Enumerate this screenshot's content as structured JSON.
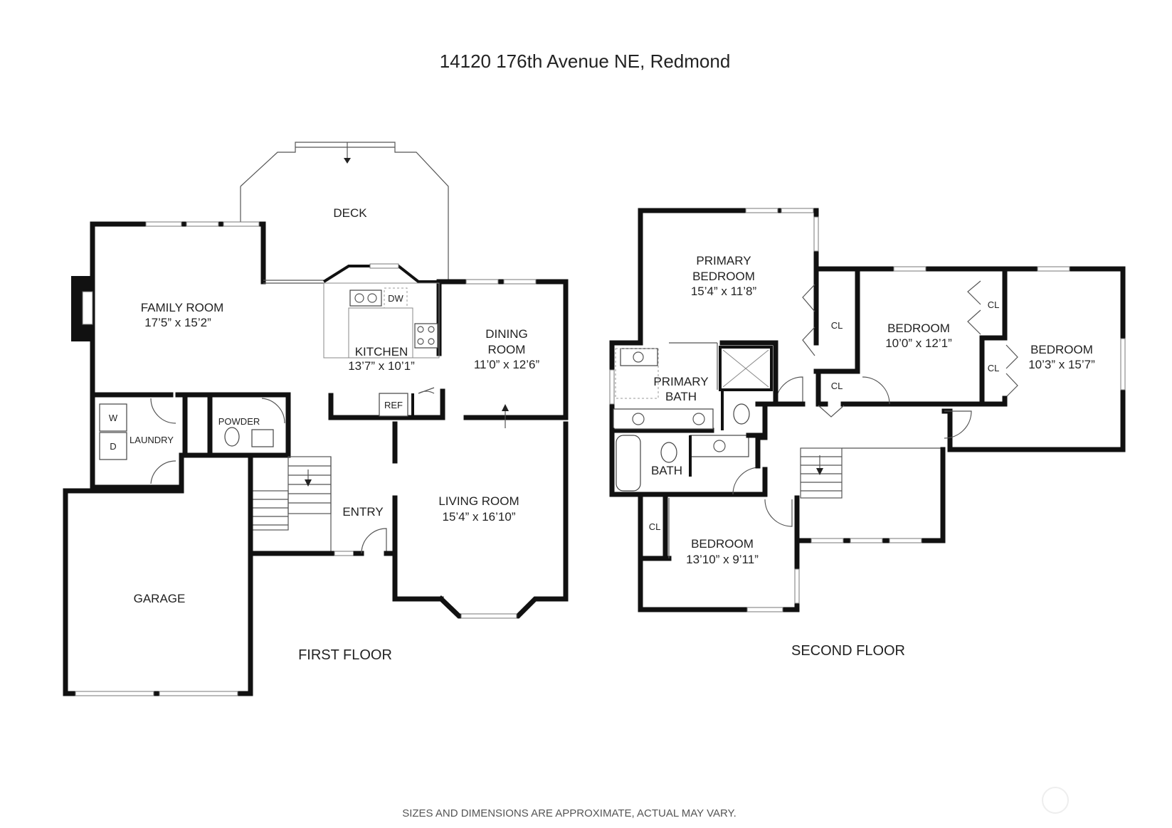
{
  "title": "14120 176th Avenue NE, Redmond",
  "footer": "SIZES AND DIMENSIONS ARE APPROXIMATE, ACTUAL MAY VARY.",
  "floors": {
    "first": {
      "label": "FIRST FLOOR",
      "rooms": {
        "deck": {
          "name": "DECK"
        },
        "family": {
          "name": "FAMILY ROOM",
          "size": "17’5” x 15’2”"
        },
        "kitchen": {
          "name": "KITCHEN",
          "size": "13’7” x 10’1”"
        },
        "dining": {
          "name1": "DINING",
          "name2": "ROOM",
          "size": "11’0” x 12’6”"
        },
        "laundry": {
          "name": "LAUNDRY"
        },
        "powder": {
          "name": "POWDER"
        },
        "entry": {
          "name": "ENTRY"
        },
        "living": {
          "name": "LIVING ROOM",
          "size": "15’4” x 16’10”"
        },
        "garage": {
          "name": "GARAGE"
        }
      },
      "fixtures": {
        "washer": "W",
        "dryer": "D",
        "dishwasher": "DW",
        "refrigerator": "REF"
      }
    },
    "second": {
      "label": "SECOND FLOOR",
      "rooms": {
        "primary_bed": {
          "name1": "PRIMARY",
          "name2": "BEDROOM",
          "size": "15’4” x 11’8”"
        },
        "primary_bath": {
          "name1": "PRIMARY",
          "name2": "BATH"
        },
        "bath": {
          "name": "BATH"
        },
        "bed2": {
          "name": "BEDROOM",
          "size": "10’0” x 12’1”"
        },
        "bed3": {
          "name": "BEDROOM",
          "size": "10’3” x 15’7”"
        },
        "bed4": {
          "name": "BEDROOM",
          "size": "13’10” x 9’11”"
        }
      },
      "closets": {
        "cl1": "CL",
        "cl2": "CL",
        "cl3": "CL",
        "cl4": "CL",
        "cl5": "CL"
      }
    }
  }
}
